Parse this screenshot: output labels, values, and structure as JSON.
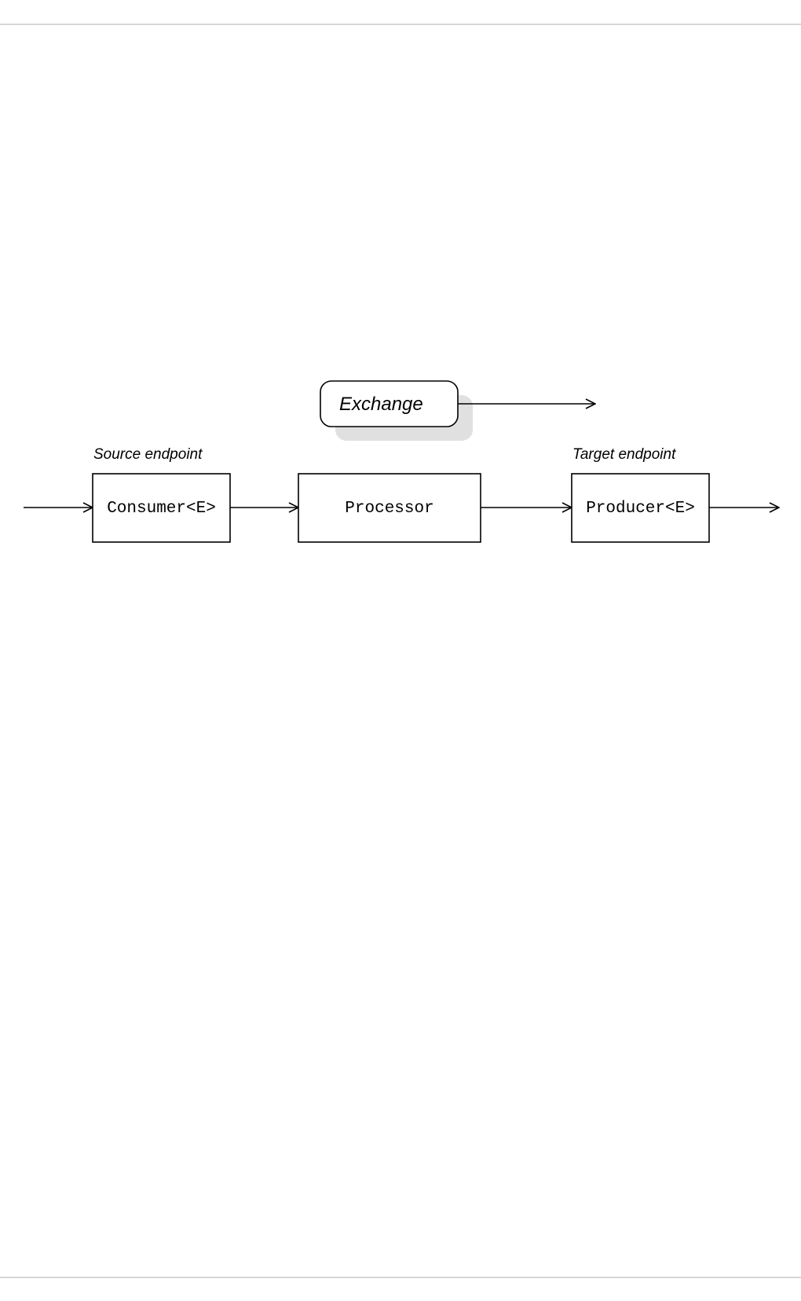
{
  "diagram": {
    "exchange_label": "Exchange",
    "source_endpoint_label": "Source endpoint",
    "target_endpoint_label": "Target endpoint",
    "consumer_label": "Consumer<E>",
    "processor_label": "Processor",
    "producer_label": "Producer<E>"
  }
}
